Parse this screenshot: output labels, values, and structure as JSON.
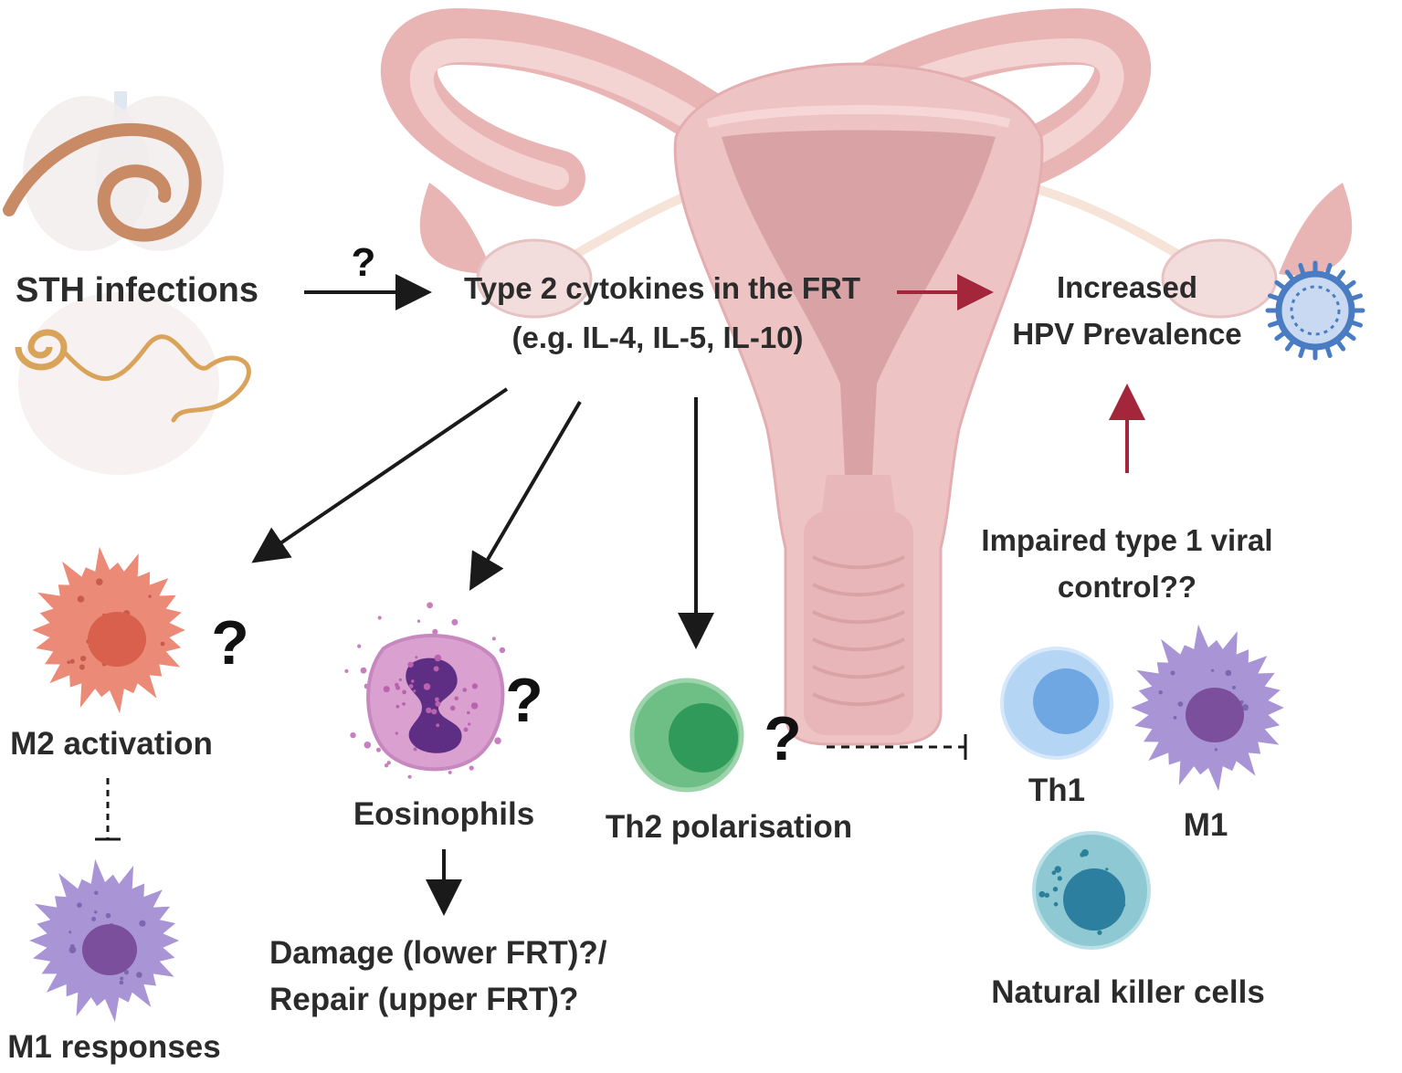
{
  "labels": {
    "sth_infections": "STH infections",
    "type2_line1": "Type 2 cytokines in the FRT",
    "type2_line2": "(e.g. IL-4, IL-5, IL-10)",
    "hpv_line1": "Increased",
    "hpv_line2": "HPV Prevalence",
    "impaired_line1": "Impaired type 1 viral",
    "impaired_line2": "control??",
    "m2_activation": "M2 activation",
    "m1_responses": "M1 responses",
    "eosinophils": "Eosinophils",
    "damage_line1": "Damage (lower FRT)?/",
    "damage_line2": "Repair (upper FRT)?",
    "th2_polarisation": "Th2 polarisation",
    "th1": "Th1",
    "m1": "M1",
    "nk_cells": "Natural killer cells"
  },
  "question_marks": {
    "sth_arrow": "?",
    "m2": "?",
    "eosinophil": "?",
    "th2": "?"
  },
  "icons": {
    "uterus": "uterus-illustration",
    "worms": "helminth-worms-icon",
    "virus": "hpv-virus-icon",
    "m2_cell": "m2-macrophage-icon",
    "m1_cell": "m1-macrophage-icon",
    "eosinophil": "eosinophil-icon",
    "th2_cell": "th2-cell-icon",
    "th1_cell": "th1-cell-icon",
    "nk_cell": "nk-cell-icon"
  },
  "colors": {
    "text": "#2b2b2b",
    "black_arrow": "#1a1a1a",
    "red_arrow": "#a3263a",
    "uterus_outer": "#eec3c3",
    "uterus_inner": "#d9a3a6",
    "m2": "#ec8a78",
    "m1": "#a995d6",
    "eosinophil": "#d394c9",
    "th2": "#6dbf86",
    "th1": "#a9cdf1",
    "nk": "#6fb6c4",
    "virus": "#4a7cc4"
  }
}
